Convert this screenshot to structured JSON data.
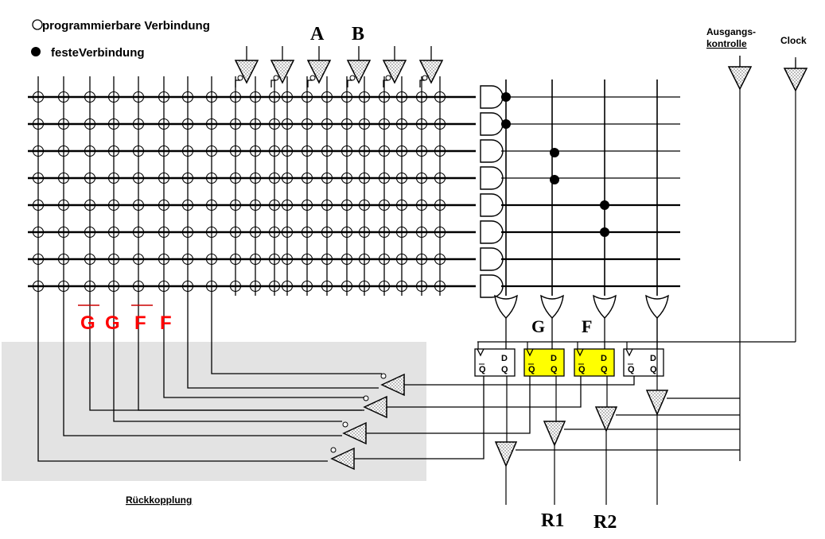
{
  "legend": {
    "programmable": "programmierbare Verbindung",
    "fixed": "festeVerbindung"
  },
  "inputs": {
    "a": "A",
    "b": "B"
  },
  "controls": {
    "output_control": "Ausgangs-",
    "output_control_2": "kontrolle",
    "clock": "Clock"
  },
  "feedback": {
    "label": "Rückkopplung"
  },
  "feedback_labels": [
    "G",
    "G",
    "F",
    "F"
  ],
  "ff_labels": {
    "g": "G",
    "f": "F"
  },
  "ff_pins": {
    "d": "D",
    "q": "Q",
    "qbar": "Q"
  },
  "outputs": {
    "r1": "R1",
    "r2": "R2"
  },
  "colors": {
    "highlight": "#ffff00",
    "feedback_text": "#ff0000",
    "shade": "#e3e3e3"
  }
}
